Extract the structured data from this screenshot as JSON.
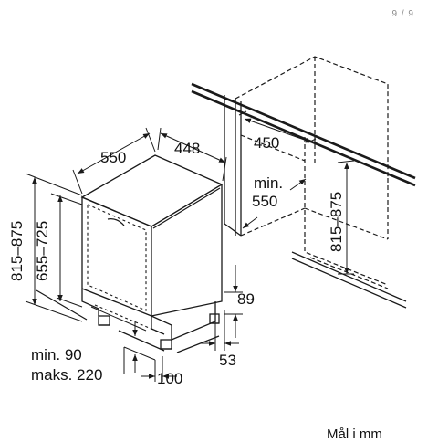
{
  "page_counter": "9 / 9",
  "labels": {
    "width_front": "550",
    "depth_top": "448",
    "niche_depth": "450",
    "niche_min_line1": "min.",
    "niche_min_line2": "550",
    "height_range_outer": "815–875",
    "height_range_inner": "655–725",
    "niche_height": "815–875",
    "base_height": "89",
    "foot_inset": "53",
    "plinth_min": "min. 90",
    "plinth_max": "maks. 220",
    "plinth_depth": "100"
  },
  "footer_text": "Mål i mm"
}
